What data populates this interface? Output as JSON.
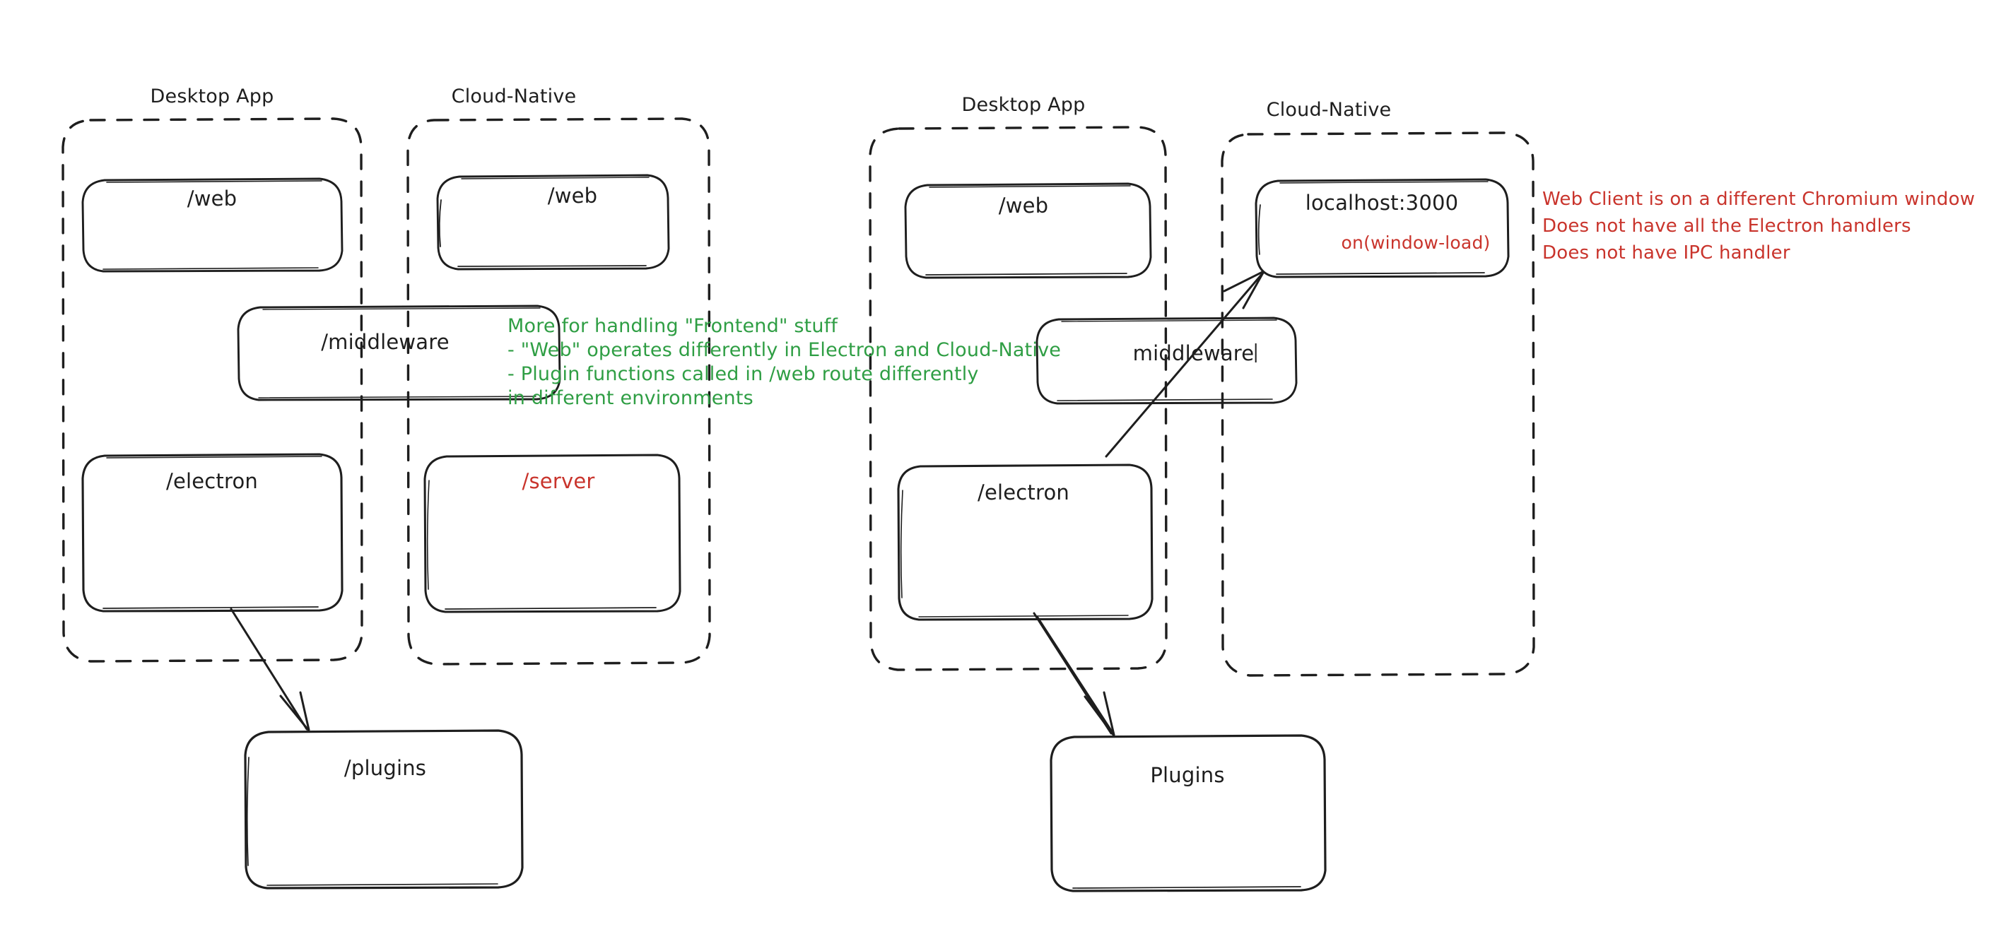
{
  "diagram": {
    "title": "Desktop App vs Cloud-Native architecture sketch",
    "background": "#ffffff",
    "colors": {
      "stroke": "#1e1e1e",
      "green_note": "#2f9e44",
      "red_note": "#c9342c"
    }
  },
  "left_diagram": {
    "groups": [
      {
        "id": "left-desktop",
        "label": "Desktop App"
      },
      {
        "id": "left-cloud",
        "label": "Cloud-Native"
      }
    ],
    "nodes": [
      {
        "id": "left-desktop-web",
        "label": "/web",
        "color": "black"
      },
      {
        "id": "left-cloud-web",
        "label": "/web",
        "color": "black"
      },
      {
        "id": "left-middleware",
        "label": "/middleware",
        "color": "black"
      },
      {
        "id": "left-electron",
        "label": "/electron",
        "color": "black"
      },
      {
        "id": "left-server",
        "label": "/server",
        "color": "red"
      },
      {
        "id": "left-plugins",
        "label": "/plugins",
        "color": "black"
      }
    ],
    "note_green": [
      "More for handling \"Frontend\" stuff",
      "- \"Web\" operates differently in Electron and Cloud-Native",
      "- Plugin functions called in /web route differently",
      "in different environments"
    ]
  },
  "right_diagram": {
    "groups": [
      {
        "id": "right-desktop",
        "label": "Desktop App"
      },
      {
        "id": "right-cloud",
        "label": "Cloud-Native"
      }
    ],
    "nodes": [
      {
        "id": "right-desktop-web",
        "label": "/web",
        "color": "black"
      },
      {
        "id": "right-localhost",
        "label": "localhost:3000",
        "sublabel": "on(window-load)",
        "color": "black",
        "sublabel_color": "red"
      },
      {
        "id": "right-middleware",
        "label": "middleware",
        "color": "black",
        "editing": true
      },
      {
        "id": "right-electron",
        "label": "/electron",
        "color": "black"
      },
      {
        "id": "right-plugins",
        "label": "Plugins",
        "color": "black"
      }
    ],
    "note_red": [
      "Web Client is on a different Chromium window",
      "Does not have all the Electron handlers",
      "Does not have IPC handler"
    ]
  }
}
